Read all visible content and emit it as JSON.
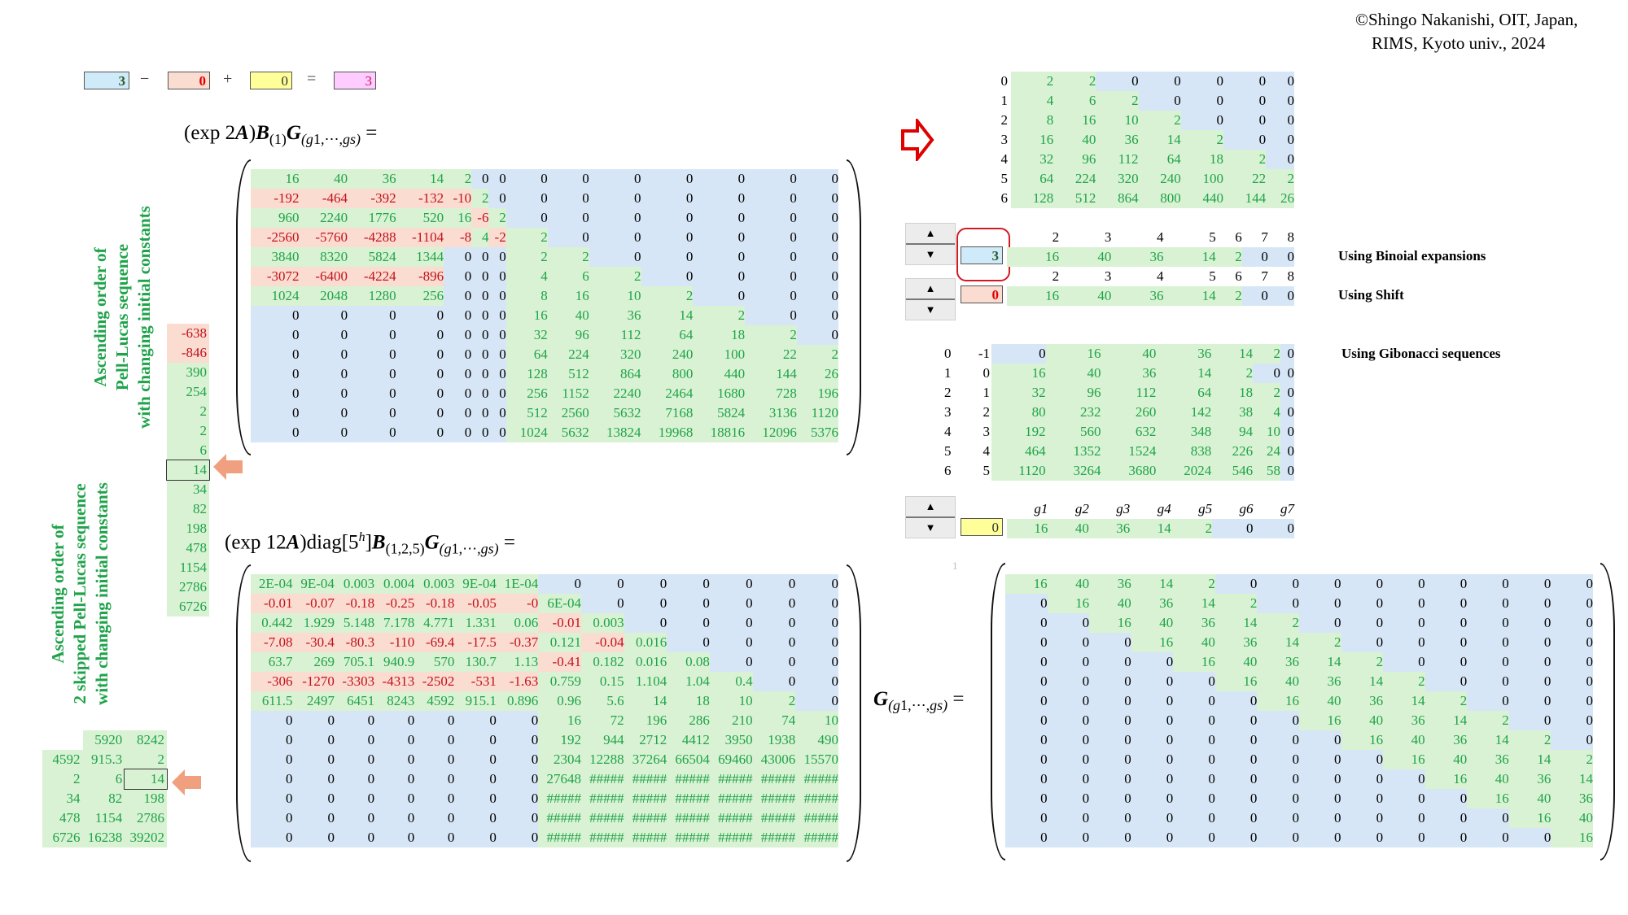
{
  "credit": {
    "line1": "©Shingo Nakanishi, OIT, Japan,",
    "line2": "RIMS, Kyoto univ., 2024"
  },
  "equation_bar": {
    "a": "3",
    "minus": "−",
    "b": "0",
    "plus": "+",
    "c": "0",
    "equals": "=",
    "result": "3"
  },
  "formulas": {
    "top": "(exp 2A)B(1)G(g1,⋯,gs) =",
    "bottom": "(exp 12A)diag[5^h]B(1,2,5)G(g1,⋯,gs) =",
    "g": "G(g1,⋯,gs) ="
  },
  "vertical_labels": {
    "pell_lucas": [
      "Ascending order of",
      "Pell-Lucas sequence",
      "with changing initial constants"
    ],
    "skipped": [
      "Ascending order of",
      "2 skipped Pell-Lucas sequence",
      "with changing initial constants"
    ]
  },
  "pell_lucas_column": [
    "-638",
    "-846",
    "390",
    "254",
    "2",
    "2",
    "6",
    "14",
    "34",
    "82",
    "198",
    "478",
    "1154",
    "2786",
    "6726"
  ],
  "skipped_grid": [
    [
      "",
      "5920",
      "8242"
    ],
    [
      "4592",
      "915.3",
      "2"
    ],
    [
      "2",
      "6",
      "14"
    ],
    [
      "34",
      "82",
      "198"
    ],
    [
      "478",
      "1154",
      "2786"
    ],
    [
      "6726",
      "16238",
      "39202"
    ]
  ],
  "matrix_top": [
    [
      "16",
      "40",
      "36",
      "14",
      "2",
      "0",
      "0",
      "0",
      "0",
      "0",
      "0",
      "0",
      "0",
      "0"
    ],
    [
      "-192",
      "-464",
      "-392",
      "-132",
      "-10",
      "2",
      "0",
      "0",
      "0",
      "0",
      "0",
      "0",
      "0",
      "0"
    ],
    [
      "960",
      "2240",
      "1776",
      "520",
      "16",
      "-6",
      "2",
      "0",
      "0",
      "0",
      "0",
      "0",
      "0",
      "0"
    ],
    [
      "-2560",
      "-5760",
      "-4288",
      "-1104",
      "-8",
      "4",
      "-2",
      "2",
      "0",
      "0",
      "0",
      "0",
      "0",
      "0"
    ],
    [
      "3840",
      "8320",
      "5824",
      "1344",
      "0",
      "0",
      "0",
      "2",
      "2",
      "0",
      "0",
      "0",
      "0",
      "0"
    ],
    [
      "-3072",
      "-6400",
      "-4224",
      "-896",
      "0",
      "0",
      "0",
      "4",
      "6",
      "2",
      "0",
      "0",
      "0",
      "0"
    ],
    [
      "1024",
      "2048",
      "1280",
      "256",
      "0",
      "0",
      "0",
      "8",
      "16",
      "10",
      "2",
      "0",
      "0",
      "0"
    ],
    [
      "0",
      "0",
      "0",
      "0",
      "0",
      "0",
      "0",
      "16",
      "40",
      "36",
      "14",
      "2",
      "0",
      "0"
    ],
    [
      "0",
      "0",
      "0",
      "0",
      "0",
      "0",
      "0",
      "32",
      "96",
      "112",
      "64",
      "18",
      "2",
      "0"
    ],
    [
      "0",
      "0",
      "0",
      "0",
      "0",
      "0",
      "0",
      "64",
      "224",
      "320",
      "240",
      "100",
      "22",
      "2"
    ],
    [
      "0",
      "0",
      "0",
      "0",
      "0",
      "0",
      "0",
      "128",
      "512",
      "864",
      "800",
      "440",
      "144",
      "26"
    ],
    [
      "0",
      "0",
      "0",
      "0",
      "0",
      "0",
      "0",
      "256",
      "1152",
      "2240",
      "2464",
      "1680",
      "728",
      "196"
    ],
    [
      "0",
      "0",
      "0",
      "0",
      "0",
      "0",
      "0",
      "512",
      "2560",
      "5632",
      "7168",
      "5824",
      "3136",
      "1120"
    ],
    [
      "0",
      "0",
      "0",
      "0",
      "0",
      "0",
      "0",
      "1024",
      "5632",
      "13824",
      "19968",
      "18816",
      "12096",
      "5376"
    ]
  ],
  "matrix_bottom": [
    [
      "2E-04",
      "9E-04",
      "0.003",
      "0.004",
      "0.003",
      "9E-04",
      "1E-04",
      "0",
      "0",
      "0",
      "0",
      "0",
      "0",
      "0"
    ],
    [
      "-0.01",
      "-0.07",
      "-0.18",
      "-0.25",
      "-0.18",
      "-0.05",
      "-0",
      "6E-04",
      "0",
      "0",
      "0",
      "0",
      "0",
      "0"
    ],
    [
      "0.442",
      "1.929",
      "5.148",
      "7.178",
      "4.771",
      "1.331",
      "0.06",
      "-0.01",
      "0.003",
      "0",
      "0",
      "0",
      "0",
      "0"
    ],
    [
      "-7.08",
      "-30.4",
      "-80.3",
      "-110",
      "-69.4",
      "-17.5",
      "-0.37",
      "0.121",
      "-0.04",
      "0.016",
      "0",
      "0",
      "0",
      "0"
    ],
    [
      "63.7",
      "269",
      "705.1",
      "940.9",
      "570",
      "130.7",
      "1.13",
      "-0.41",
      "0.182",
      "0.016",
      "0.08",
      "0",
      "0",
      "0"
    ],
    [
      "-306",
      "-1270",
      "-3303",
      "-4313",
      "-2502",
      "-531",
      "-1.63",
      "0.759",
      "0.15",
      "1.104",
      "1.04",
      "0.4",
      "0",
      "0"
    ],
    [
      "611.5",
      "2497",
      "6451",
      "8243",
      "4592",
      "915.1",
      "0.896",
      "0.96",
      "5.6",
      "14",
      "18",
      "10",
      "2",
      "0"
    ],
    [
      "0",
      "0",
      "0",
      "0",
      "0",
      "0",
      "0",
      "16",
      "72",
      "196",
      "286",
      "210",
      "74",
      "10"
    ],
    [
      "0",
      "0",
      "0",
      "0",
      "0",
      "0",
      "0",
      "192",
      "944",
      "2712",
      "4412",
      "3950",
      "1938",
      "490"
    ],
    [
      "0",
      "0",
      "0",
      "0",
      "0",
      "0",
      "0",
      "2304",
      "12288",
      "37264",
      "66504",
      "69460",
      "43006",
      "15570"
    ],
    [
      "0",
      "0",
      "0",
      "0",
      "0",
      "0",
      "0",
      "27648",
      "#####",
      "#####",
      "#####",
      "#####",
      "#####",
      "#####"
    ],
    [
      "0",
      "0",
      "0",
      "0",
      "0",
      "0",
      "0",
      "#####",
      "#####",
      "#####",
      "#####",
      "#####",
      "#####",
      "#####"
    ],
    [
      "0",
      "0",
      "0",
      "0",
      "0",
      "0",
      "0",
      "#####",
      "#####",
      "#####",
      "#####",
      "#####",
      "#####",
      "#####"
    ],
    [
      "0",
      "0",
      "0",
      "0",
      "0",
      "0",
      "0",
      "#####",
      "#####",
      "#####",
      "#####",
      "#####",
      "#####",
      "#####"
    ]
  ],
  "binomial_table": {
    "row_labels": [
      "0",
      "1",
      "2",
      "3",
      "4",
      "5",
      "6"
    ],
    "rows": [
      [
        "2",
        "2",
        "0",
        "0",
        "0",
        "0",
        "0"
      ],
      [
        "4",
        "6",
        "2",
        "0",
        "0",
        "0",
        "0"
      ],
      [
        "8",
        "16",
        "10",
        "2",
        "0",
        "0",
        "0"
      ],
      [
        "16",
        "40",
        "36",
        "14",
        "2",
        "0",
        "0"
      ],
      [
        "32",
        "96",
        "112",
        "64",
        "18",
        "2",
        "0"
      ],
      [
        "64",
        "224",
        "320",
        "240",
        "100",
        "22",
        "2"
      ],
      [
        "128",
        "512",
        "864",
        "800",
        "440",
        "144",
        "26"
      ]
    ]
  },
  "binomial_row": {
    "value": "3",
    "headers": [
      "2",
      "3",
      "4",
      "5",
      "6",
      "7",
      "8"
    ],
    "cells": [
      "16",
      "40",
      "36",
      "14",
      "2",
      "0",
      "0"
    ],
    "label": "Using Binoial expansions"
  },
  "shift_row": {
    "value": "0",
    "headers": [
      "2",
      "3",
      "4",
      "5",
      "6",
      "7",
      "8"
    ],
    "cells": [
      "16",
      "40",
      "36",
      "14",
      "2",
      "0",
      "0"
    ],
    "label": "Using  Shift"
  },
  "gibonacci": {
    "label": "Using Gibonacci sequences",
    "row_labels_a": [
      "0",
      "1",
      "2",
      "3",
      "4",
      "5",
      "6"
    ],
    "row_labels_b": [
      "-1",
      "0",
      "1",
      "2",
      "3",
      "4",
      "5"
    ],
    "rows": [
      [
        "0",
        "16",
        "40",
        "36",
        "14",
        "2",
        "0"
      ],
      [
        "16",
        "40",
        "36",
        "14",
        "2",
        "0",
        "0"
      ],
      [
        "32",
        "96",
        "112",
        "64",
        "18",
        "2",
        "0"
      ],
      [
        "80",
        "232",
        "260",
        "142",
        "38",
        "4",
        "0"
      ],
      [
        "192",
        "560",
        "632",
        "348",
        "94",
        "10",
        "0"
      ],
      [
        "464",
        "1352",
        "1524",
        "838",
        "226",
        "24",
        "0"
      ],
      [
        "1120",
        "3264",
        "3680",
        "2024",
        "546",
        "58",
        "0"
      ]
    ]
  },
  "g_row": {
    "value": "0",
    "headers": [
      "g1",
      "g2",
      "g3",
      "g4",
      "g5",
      "g6",
      "g7"
    ],
    "cells": [
      "16",
      "40",
      "36",
      "14",
      "2",
      "0",
      "0"
    ],
    "small_mark": "1"
  },
  "g_matrix_first_row": [
    "16",
    "40",
    "36",
    "14",
    "2",
    "0",
    "0",
    "0",
    "0",
    "0",
    "0",
    "0",
    "0",
    "0"
  ],
  "spinner": {
    "up": "▲",
    "down": "▼"
  }
}
